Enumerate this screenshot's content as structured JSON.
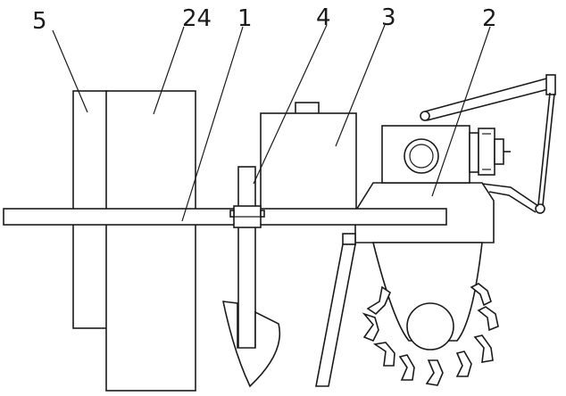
{
  "diagram": {
    "labels": {
      "l5": "5",
      "l24": "24",
      "l1": "1",
      "l4": "4",
      "l3": "3",
      "l2": "2"
    }
  }
}
